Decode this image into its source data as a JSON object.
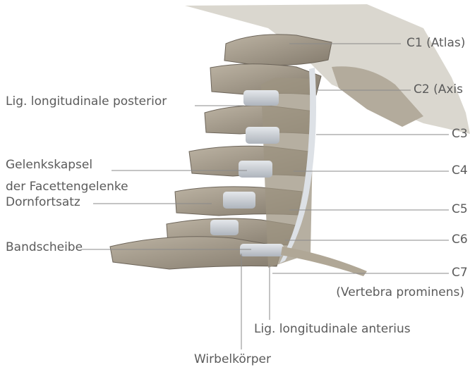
{
  "labels": {
    "c1": "C1 (Atlas)",
    "c2": "C2 (Axis",
    "c3": "C3",
    "c4": "C4",
    "c5": "C5",
    "c6": "C6",
    "c7": "C7",
    "c7_sub": "(Vertebra prominens)",
    "lig_posterior": "Lig. longitudinale posterior",
    "gelenkskapsel_1": "Gelenkskapsel",
    "gelenkskapsel_2": "der Facettengelenke",
    "dornfortsatz": "Dornfortsatz",
    "bandscheibe": "Bandscheibe",
    "lig_anterius": "Lig. longitudinale anterius",
    "wirbelkoerper": "Wirbelkörper"
  },
  "colors": {
    "bone": "#a59a88",
    "bone_shadow": "#6d655a",
    "disc": "#c9cdd3",
    "ligament": "#d9dde2",
    "leader": "#8a8a8a",
    "text": "#5b5b5b"
  }
}
